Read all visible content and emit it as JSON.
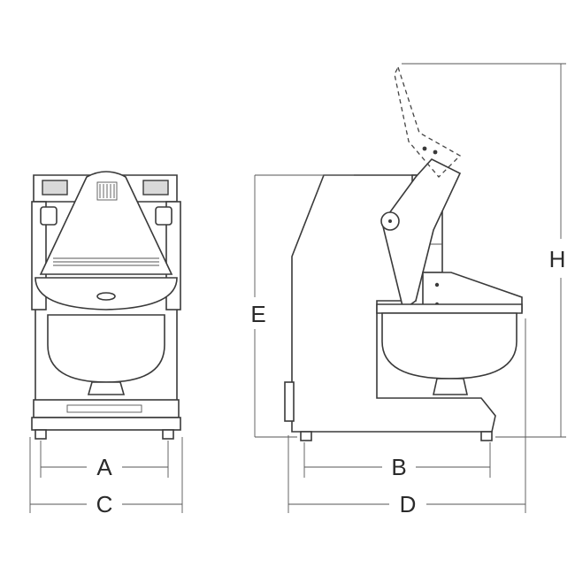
{
  "dimensions": {
    "a": "A",
    "b": "B",
    "c": "C",
    "d": "D",
    "e": "E",
    "h": "H"
  }
}
